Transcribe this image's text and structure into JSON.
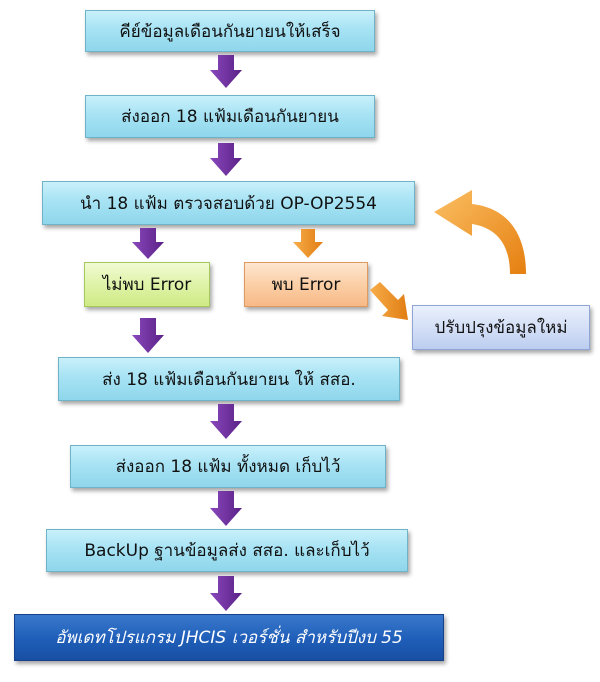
{
  "steps": {
    "s1": "คีย์ข้อมูลเดือนกันยายนให้เสร็จ",
    "s2": "ส่งออก 18 แฟ้มเดือนกันยายน",
    "s3": "นำ 18 แฟ้ม ตรวจสอบด้วย OP-OP2554",
    "no_error": "ไม่พบ Error",
    "found_error": "พบ Error",
    "fix_data": "ปรับปรุงข้อมูลใหม่",
    "s4": "ส่ง 18 แฟ้มเดือนกันยายน ให้ สสอ.",
    "s5": "ส่งออก 18 แฟ้ม ทั้งหมด เก็บไว้",
    "s6": "BackUp ฐานข้อมูลส่ง สสอ. และเก็บไว้",
    "s7": "อัพเดทโปรแกรม JHCIS เวอร์ชั่น สำหรับปีงบ 55"
  },
  "colors": {
    "step_fill": "#a7e3f4",
    "no_error_fill": "#dff3a8",
    "error_fill": "#fbcfa6",
    "fix_fill": "#d2def6",
    "final_fill": "#1f5eb8",
    "arrow_purple": "#6a2c98",
    "arrow_orange": "#f29420"
  }
}
